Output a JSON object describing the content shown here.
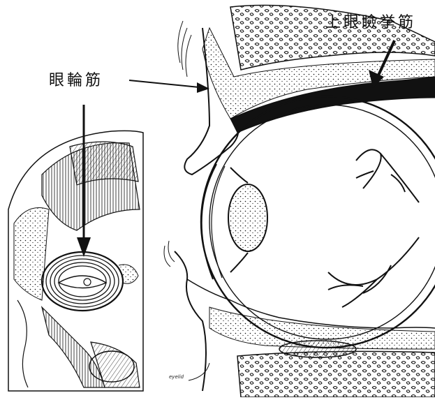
{
  "labels": {
    "orbicularis": "眼輪筋",
    "levator": "上眼瞼挙筋",
    "eyelid": "eyelid"
  },
  "colors": {
    "ink": "#111111",
    "paper": "#ffffff"
  }
}
